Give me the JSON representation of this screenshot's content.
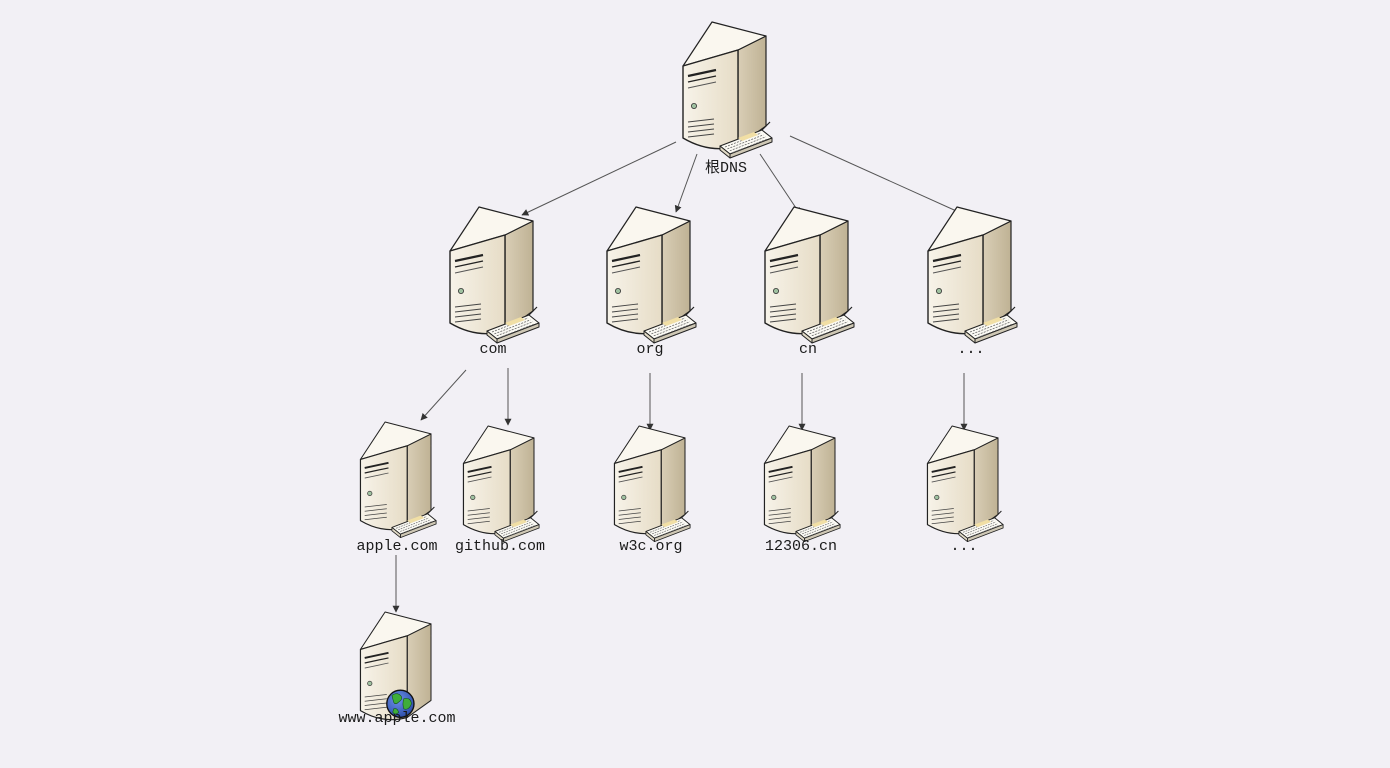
{
  "diagram": {
    "nodes": {
      "root": {
        "label": "根DNS",
        "icon": "server-icon"
      },
      "com": {
        "label": "com",
        "icon": "server-icon"
      },
      "org": {
        "label": "org",
        "icon": "server-icon"
      },
      "cn": {
        "label": "cn",
        "icon": "server-icon"
      },
      "more_tld": {
        "label": "...",
        "icon": "server-icon"
      },
      "apple": {
        "label": "apple.com",
        "icon": "server-icon"
      },
      "github": {
        "label": "github.com",
        "icon": "server-icon"
      },
      "w3c": {
        "label": "w3c.org",
        "icon": "server-icon"
      },
      "n12306": {
        "label": "12306.cn",
        "icon": "server-icon"
      },
      "more_sld": {
        "label": "...",
        "icon": "server-icon"
      },
      "www_apple": {
        "label": "www.apple.com",
        "icon": "web-server-globe-icon"
      }
    },
    "edges": [
      [
        "root",
        "com"
      ],
      [
        "root",
        "org"
      ],
      [
        "root",
        "cn"
      ],
      [
        "root",
        "more_tld"
      ],
      [
        "com",
        "apple"
      ],
      [
        "com",
        "github"
      ],
      [
        "org",
        "w3c"
      ],
      [
        "cn",
        "n12306"
      ],
      [
        "more_tld",
        "more_sld"
      ],
      [
        "apple",
        "www_apple"
      ]
    ],
    "colors": {
      "background": "#f2f0f5",
      "server_front": "#f2ede2",
      "server_side": "#cfc4ad",
      "server_top": "#faf7ef",
      "edge": "#555555",
      "globe_ocean": "#3a62c9",
      "globe_land": "#3fae3a"
    }
  }
}
